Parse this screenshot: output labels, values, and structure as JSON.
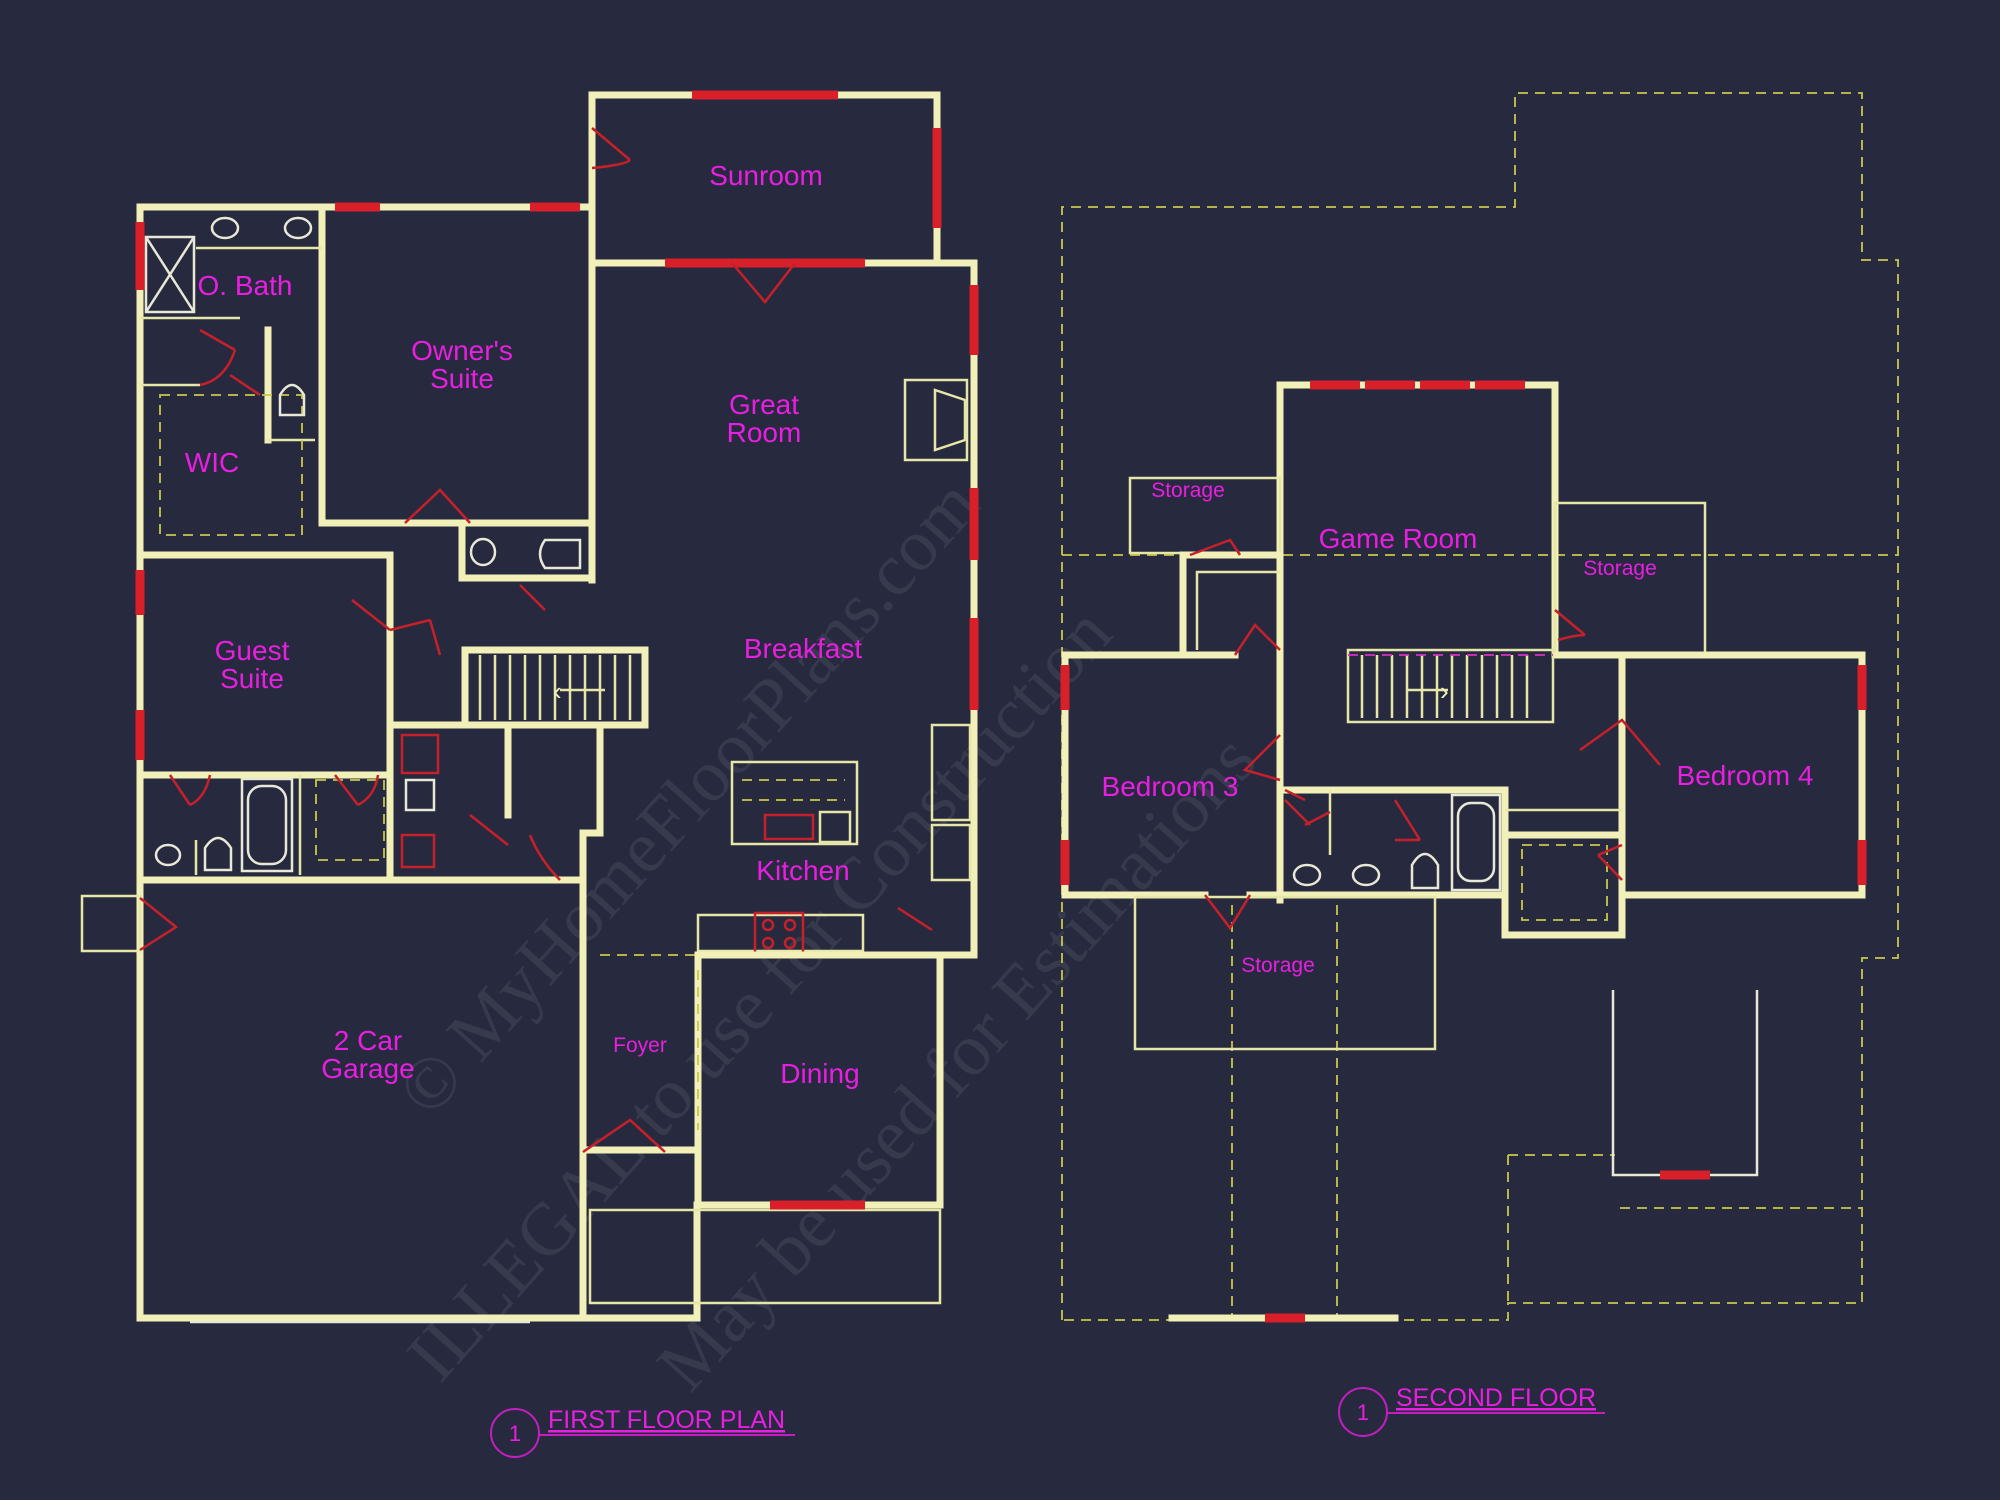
{
  "first_floor": {
    "title": "FIRST FLOOR PLAN",
    "number": "1",
    "rooms": {
      "sunroom": "Sunroom",
      "o_bath": "O. Bath",
      "owners_suite": [
        "Owner's",
        "Suite"
      ],
      "wic": "WIC",
      "great_room": [
        "Great",
        "Room"
      ],
      "guest_suite": [
        "Guest",
        "Suite"
      ],
      "breakfast": "Breakfast",
      "kitchen": "Kitchen",
      "garage": [
        "2 Car",
        "Garage"
      ],
      "foyer": "Foyer",
      "dining": "Dining"
    }
  },
  "second_floor": {
    "title": "SECOND FLOOR",
    "number": "1",
    "rooms": {
      "storage_left": "Storage",
      "game_room": "Game Room",
      "storage_right": "Storage",
      "bedroom_3": "Bedroom 3",
      "bedroom_4": "Bedroom 4",
      "storage_bottom": "Storage"
    }
  },
  "watermark": {
    "line1": "© MyHomeFloorPlans.com",
    "line2": "ILLEGAL to use for Construction",
    "line3": "May be used for Estimations"
  },
  "colors": {
    "background": "#272a3e",
    "walls": "#f0f0b8",
    "windows": "#d81f2a",
    "labels": "#e81ee0"
  }
}
